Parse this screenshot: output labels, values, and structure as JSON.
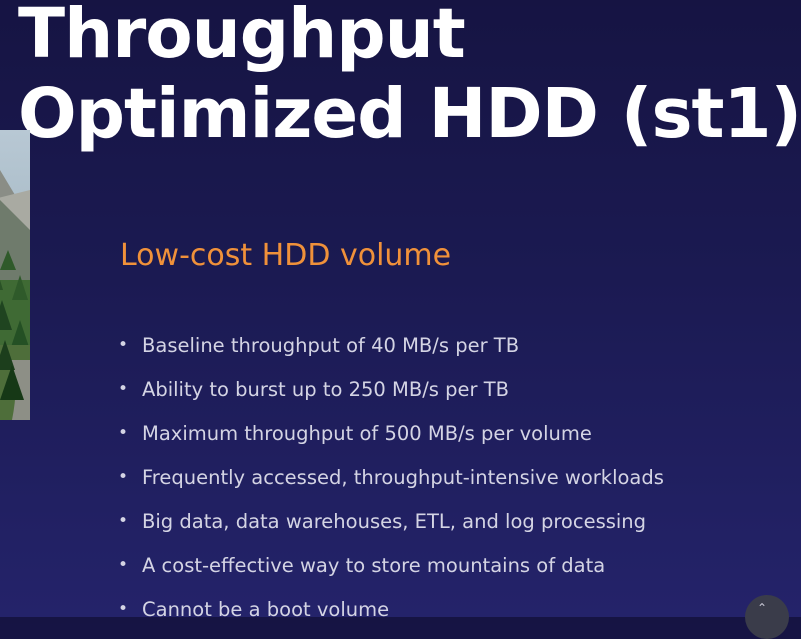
{
  "slide": {
    "title_line1": "Throughput",
    "title_line2": "Optimized HDD (st1)",
    "subtitle": "Low-cost HDD volume",
    "bullet_glyph": "•",
    "bullets": [
      "Baseline throughput of 40 MB/s per TB",
      "Ability to burst up to 250 MB/s per TB",
      "Maximum throughput of 500 MB/s per volume",
      "Frequently accessed, throughput-intensive workloads",
      "Big data, data warehouses, ETL, and log processing",
      "A cost-effective way to store mountains of data",
      "Cannot be a boot volume"
    ]
  },
  "colors": {
    "background": "#1b1a52",
    "title": "#ffffff",
    "subtitle": "#f0913a",
    "bullet_text": "#d4d4e4"
  },
  "icons": {
    "decorative_image": "mountain-forest-photo",
    "corner_badge": "player-control-icon"
  }
}
